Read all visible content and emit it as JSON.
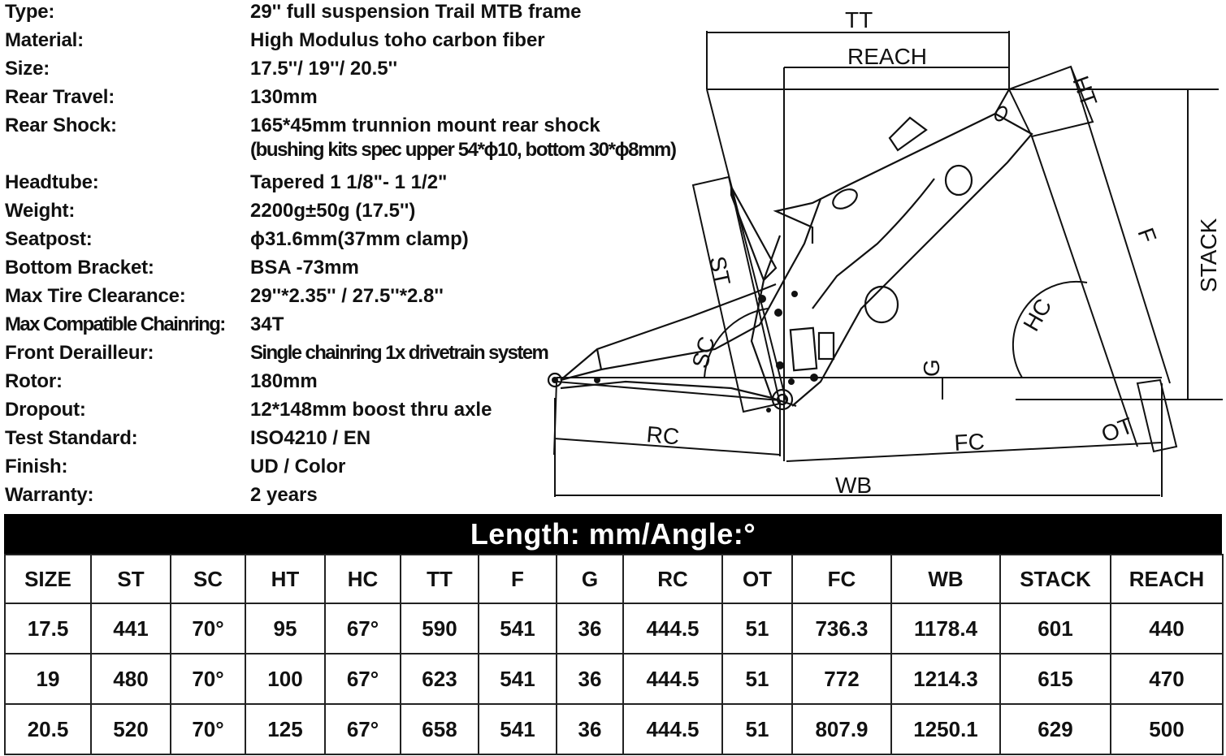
{
  "specs": [
    {
      "label": "Type:",
      "value": "29'' full suspension Trail MTB frame"
    },
    {
      "label": "Material:",
      "value": "High Modulus toho carbon fiber"
    },
    {
      "label": "Size:",
      "value": "17.5''/ 19''/ 20.5''"
    },
    {
      "label": "Rear Travel:",
      "value": "130mm"
    },
    {
      "label": "Rear Shock:",
      "value": "165*45mm trunnion mount rear shock",
      "value2": "(bushing kits spec upper 54*ϕ10, bottom 30*ϕ8mm)"
    },
    {
      "label": "Headtube:",
      "value": "Tapered 1 1/8\"- 1 1/2\""
    },
    {
      "label": "Weight:",
      "value": "2200g±50g (17.5'')"
    },
    {
      "label": "Seatpost:",
      "value": "ϕ31.6mm(37mm clamp)"
    },
    {
      "label": "Bottom Bracket:",
      "value": "BSA -73mm"
    },
    {
      "label": "Max Tire Clearance:",
      "value": "29''*2.35'' / 27.5''*2.8''"
    },
    {
      "label": "Max Compatible Chainring:",
      "value": "34T"
    },
    {
      "label": "Front Derailleur:",
      "value": "Single chainring 1x drivetrain system"
    },
    {
      "label": "Rotor:",
      "value": "180mm"
    },
    {
      "label": "Dropout:",
      "value": "12*148mm boost thru axle"
    },
    {
      "label": "Test Standard:",
      "value": "ISO4210 / EN"
    },
    {
      "label": "Finish:",
      "value": "UD / Color"
    },
    {
      "label": "Warranty:",
      "value": "2 years"
    }
  ],
  "diagram_labels": {
    "tt": "TT",
    "reach": "REACH",
    "ht": "HT",
    "stack": "STACK",
    "f": "F",
    "hc": "HC",
    "st": "ST",
    "sc": "SC",
    "g": "G",
    "rc": "RC",
    "fc": "FC",
    "ot": "OT",
    "wb": "WB"
  },
  "geometry": {
    "title": "Length: mm/Angle:°",
    "headers": [
      "SIZE",
      "ST",
      "SC",
      "HT",
      "HC",
      "TT",
      "F",
      "G",
      "RC",
      "OT",
      "FC",
      "WB",
      "STACK",
      "REACH"
    ],
    "rows": [
      [
        "17.5",
        "441",
        "70°",
        "95",
        "67°",
        "590",
        "541",
        "36",
        "444.5",
        "51",
        "736.3",
        "1178.4",
        "601",
        "440"
      ],
      [
        "19",
        "480",
        "70°",
        "100",
        "67°",
        "623",
        "541",
        "36",
        "444.5",
        "51",
        "772",
        "1214.3",
        "615",
        "470"
      ],
      [
        "20.5",
        "520",
        "70°",
        "125",
        "67°",
        "658",
        "541",
        "36",
        "444.5",
        "51",
        "807.9",
        "1250.1",
        "629",
        "500"
      ]
    ]
  }
}
